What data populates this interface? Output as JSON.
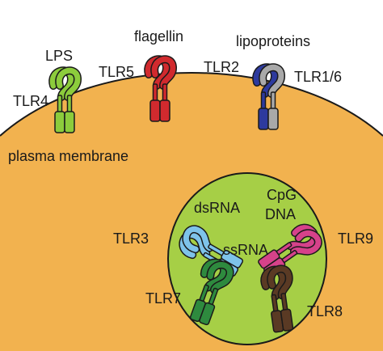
{
  "colors": {
    "cell": "#f2b24f",
    "cell_edge": "#1a1a1a",
    "endosome": "#a6cf46",
    "tlr4": "#8ccc3c",
    "tlr5": "#d12a2e",
    "tlr2": "#2d3a9e",
    "tlr1_6": "#a9a9a9",
    "tlr3": "#7ec3ea",
    "tlr7": "#2e8a3e",
    "tlr8": "#5a3a24",
    "tlr9": "#d6428a"
  },
  "labels": {
    "lps": "LPS",
    "tlr4": "TLR4",
    "flagellin": "flagellin",
    "tlr5": "TLR5",
    "lipoproteins": "lipoproteins",
    "tlr2": "TLR2",
    "tlr1_6": "TLR1/6",
    "plasma_membrane": "plasma membrane",
    "dsrna": "dsRNA",
    "cpg": "CpG",
    "dna": "DNA",
    "tlr3": "TLR3",
    "ssrna": "ssRNA",
    "tlr9": "TLR9",
    "tlr7": "TLR7",
    "tlr8": "TLR8"
  }
}
